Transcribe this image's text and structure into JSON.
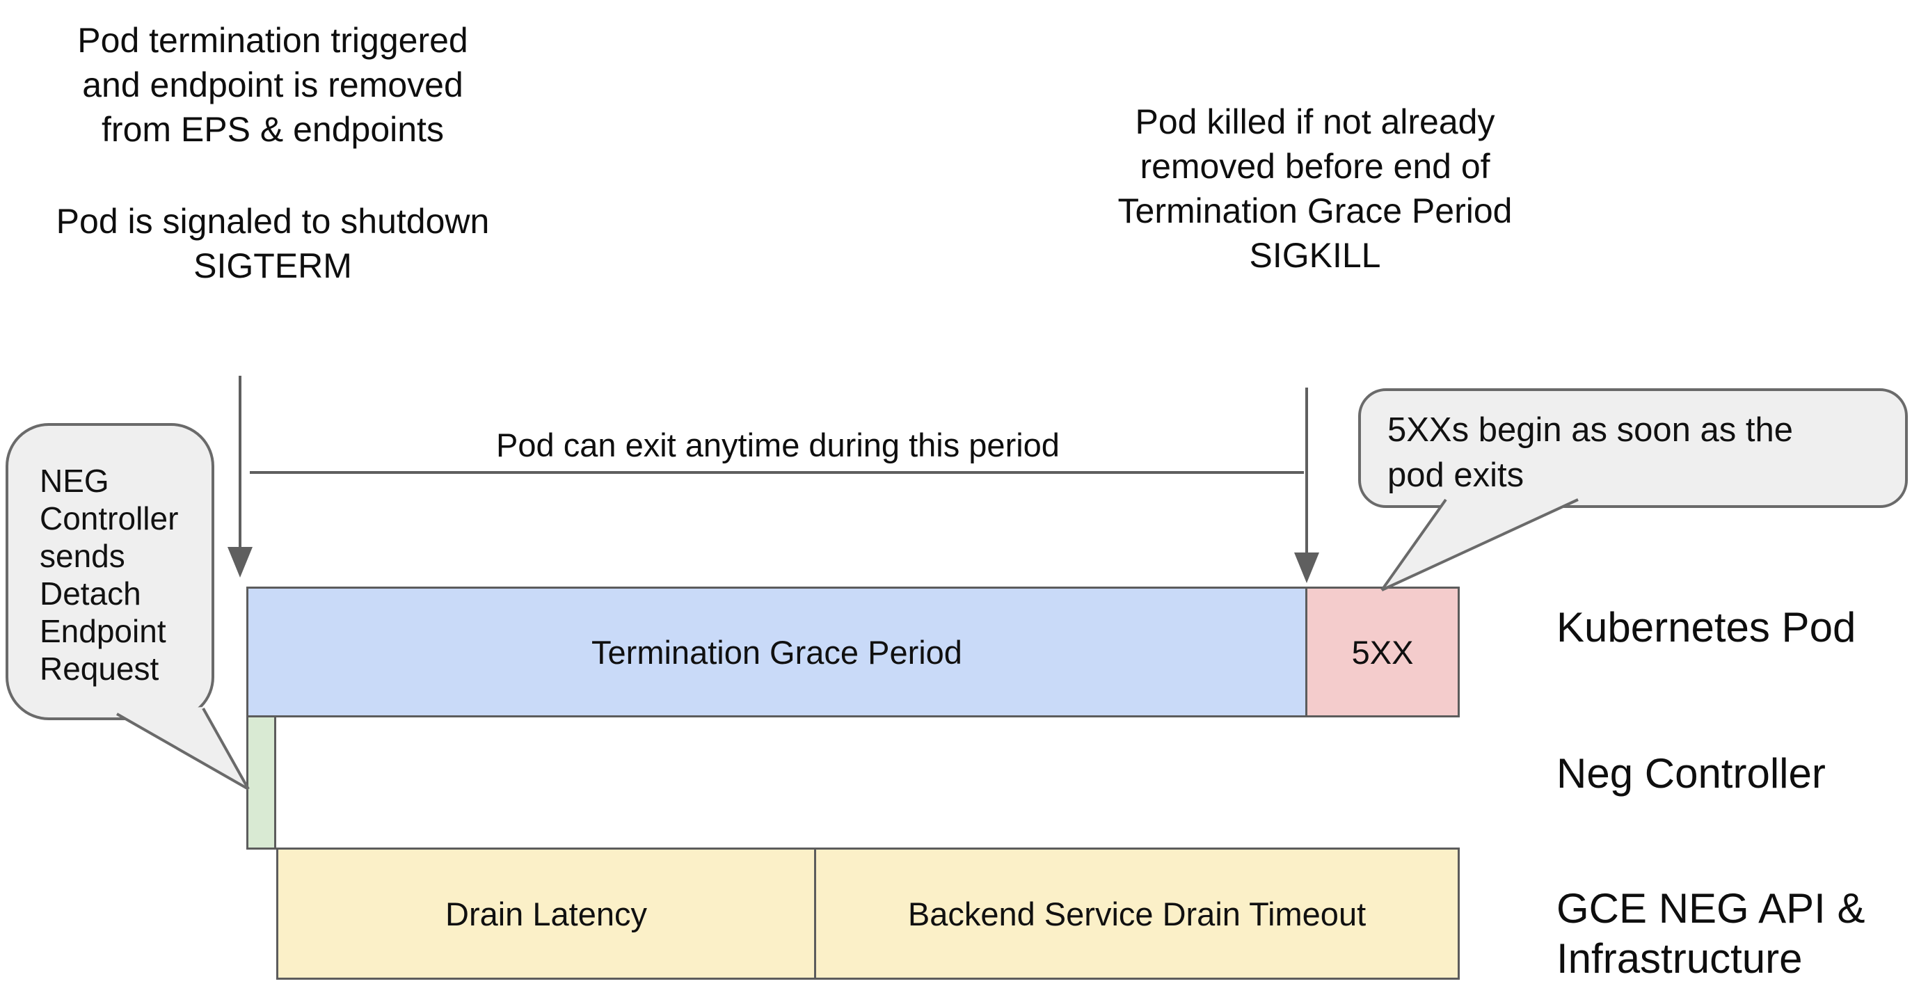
{
  "notes": {
    "pod_termination": [
      "Pod termination triggered",
      "and endpoint is removed",
      "from EPS & endpoints"
    ],
    "pod_signal": [
      "Pod is signaled to shutdown",
      "SIGTERM"
    ],
    "pod_killed": [
      "Pod killed if not already",
      "removed before end of",
      "Termination Grace Period",
      "SIGKILL"
    ],
    "exit_window": "Pod can exit anytime during this period"
  },
  "callouts": {
    "neg_controller": {
      "lines": [
        "NEG",
        "Controller",
        "sends",
        "Detach",
        "Endpoint",
        "Request"
      ]
    },
    "fivexx_begin": {
      "lines": [
        "5XXs begin as soon as the",
        "pod exits"
      ]
    }
  },
  "timeline": {
    "termination_grace_period": {
      "label": "Termination Grace Period",
      "fill": "#c9daf8"
    },
    "fivexx": {
      "label": "5XX",
      "fill": "#f4cccc"
    },
    "detach_endpoint_marker": {
      "fill": "#d9ead3"
    },
    "drain_latency": {
      "label": "Drain Latency",
      "fill": "#fbf0c8"
    },
    "backend_service_drain_timeout": {
      "label": "Backend Service Drain Timeout",
      "fill": "#fbf0c8"
    }
  },
  "rows": {
    "kubernetes_pod": "Kubernetes Pod",
    "neg_controller": "Neg Controller",
    "gce_neg_line1": "GCE NEG API &",
    "gce_neg_line2": "Infrastructure"
  },
  "colors": {
    "grace_period_fill": "#c9daf8",
    "error_fill": "#f4cccc",
    "detach_fill": "#d9ead3",
    "drain_fill": "#fbf0c8",
    "callout_fill": "#efefef",
    "stroke_gray": "#5f5f5f",
    "text": "#111111"
  }
}
